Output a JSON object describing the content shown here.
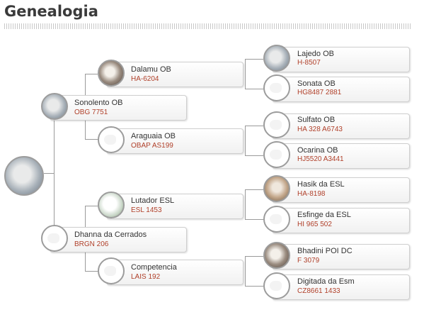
{
  "page": {
    "title": "Genealogia"
  },
  "subject": {
    "photo": "bull-photo-icon"
  },
  "parents": [
    {
      "name": "Sonolento OB",
      "reg": "OBG 7751",
      "photo": "bull-photo-icon"
    },
    {
      "name": "Dhanna da Cerrados",
      "reg": "BRGN 206",
      "photo": "placeholder-animal-icon"
    }
  ],
  "grandparents": [
    {
      "name": "Dalamu OB",
      "reg": "HA-6204",
      "photo": "bull-photo-icon"
    },
    {
      "name": "Araguaia OB",
      "reg": "OBAP AS199",
      "photo": "placeholder-animal-icon"
    },
    {
      "name": "Lutador ESL",
      "reg": "ESL 1453",
      "photo": "bull-photo-icon"
    },
    {
      "name": "Competencia",
      "reg": "LAIS 192",
      "photo": "placeholder-animal-icon"
    }
  ],
  "great_grandparents": [
    {
      "name": "Lajedo OB",
      "reg": "H-8507",
      "photo": "bull-photo-icon"
    },
    {
      "name": "Sonata OB",
      "reg": "HG8487 2881",
      "photo": "placeholder-animal-icon"
    },
    {
      "name": "Sulfato OB",
      "reg": "HA 328 A6743",
      "photo": "placeholder-animal-icon"
    },
    {
      "name": "Ocarina OB",
      "reg": "HJ5520 A3441",
      "photo": "placeholder-animal-icon"
    },
    {
      "name": "Hasik da ESL",
      "reg": "HA-8198",
      "photo": "bull-photo-icon"
    },
    {
      "name": "Esfinge da ESL",
      "reg": "HI 965 502",
      "photo": "placeholder-animal-icon"
    },
    {
      "name": "Bhadini POI DC",
      "reg": "F 3079",
      "photo": "bull-photo-icon"
    },
    {
      "name": "Digitada da Esm",
      "reg": "CZ8661 1433",
      "photo": "placeholder-animal-icon"
    }
  ]
}
